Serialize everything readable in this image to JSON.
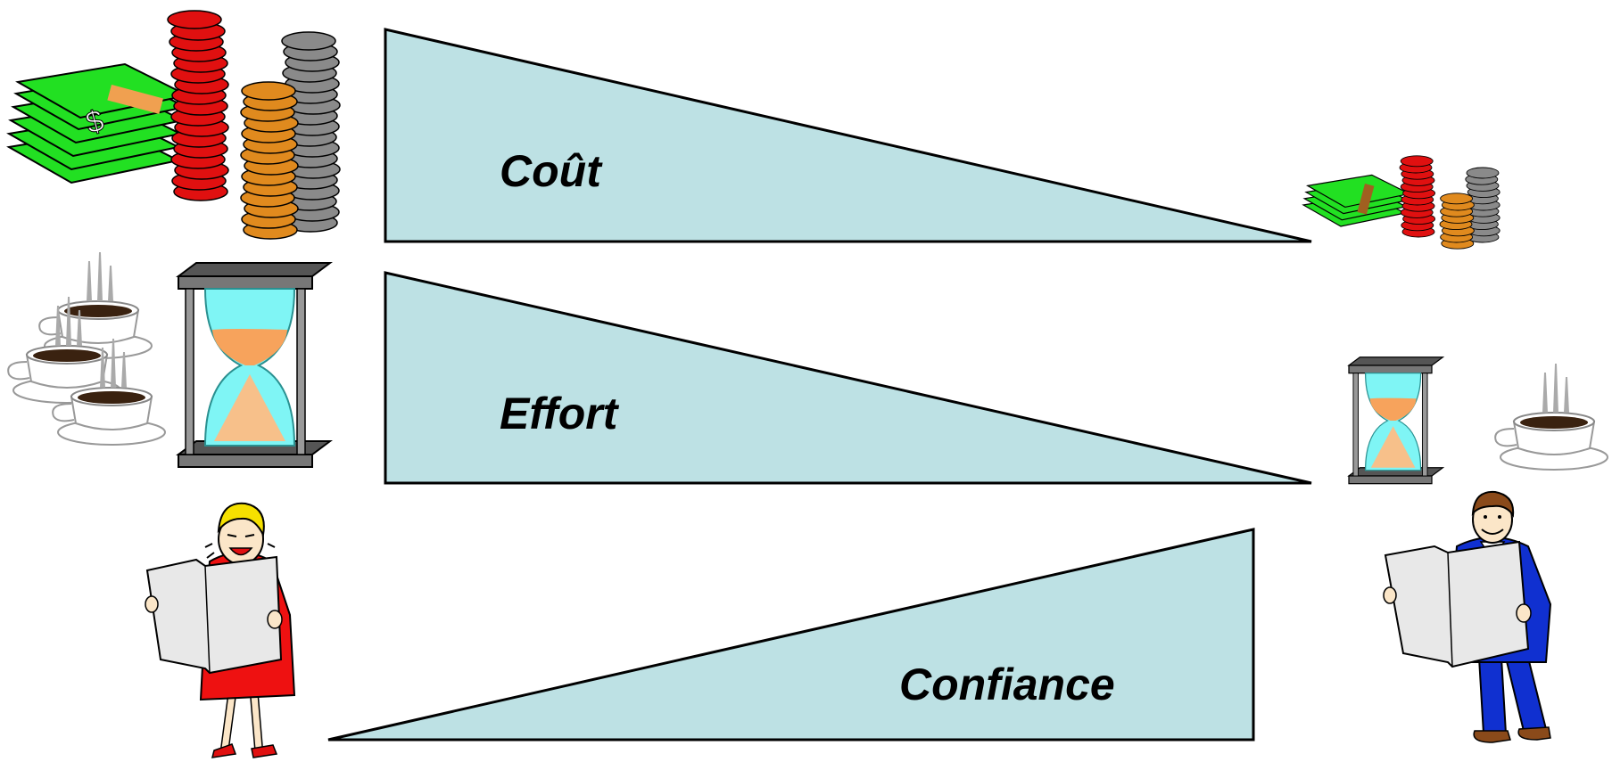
{
  "labels": {
    "cost": "Coût",
    "effort": "Effort",
    "confidence": "Confiance"
  },
  "colors": {
    "wedge_fill": "#bde1e4",
    "wedge_stroke": "#000000",
    "bill_green": "#22e022",
    "coin_red": "#e01010",
    "coin_orange": "#e08a1e",
    "coin_gray": "#8a8a8a",
    "hourglass_sand": "#f7a35c",
    "hourglass_glass": "#7ff5f5",
    "woman_dress": "#ee1111",
    "woman_hair": "#f5e000",
    "man_suit": "#1030d0",
    "man_tie": "#dd1010",
    "coffee": "#3a2210"
  },
  "icons": [
    "money-stack-icon",
    "coffee-cups-icon",
    "hourglass-icon",
    "upset-reader-icon",
    "happy-reader-icon"
  ]
}
